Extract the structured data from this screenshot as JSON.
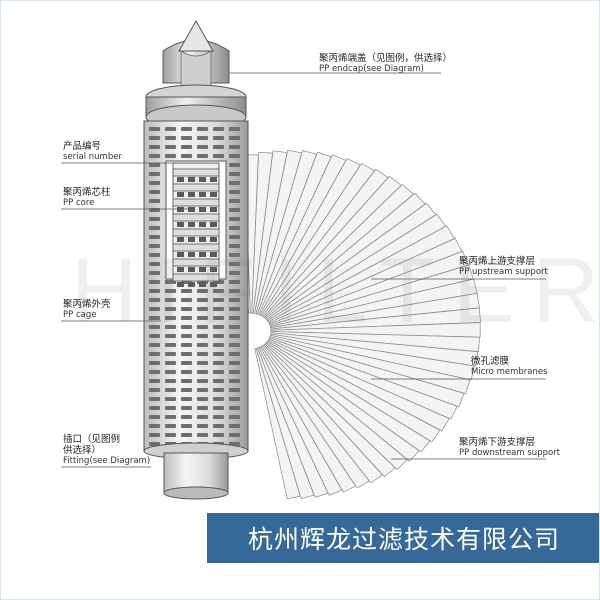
{
  "watermark": "HIFILTER",
  "labels": {
    "endcap_cn": "聚丙烯端盖（见图例，供选择）",
    "endcap_en": "PP endcap(see Diagram)",
    "serial_cn": "产品编号",
    "serial_en": "serial number",
    "core_cn": "聚丙烯芯柱",
    "core_en": "PP core",
    "upstream_cn": "聚丙烯上游支撑层",
    "upstream_en": "PP upstream support",
    "cage_cn": "聚丙烯外壳",
    "cage_en": "PP cage",
    "membrane_cn": "微孔滤膜",
    "membrane_en": "Micro membranes",
    "fitting_cn1": "插口（见图例",
    "fitting_cn2": "供选择）",
    "fitting_en": "Fitting(see Diagram)",
    "downstream_cn": "聚丙烯下游支撑层",
    "downstream_en": "PP downstream support"
  },
  "banner": {
    "text": "杭州辉龙过滤技术有限公司",
    "background": "#255c8e",
    "color": "#ffffff"
  },
  "colors": {
    "cage_fill": "#e8e8e8",
    "cage_stroke": "#555555",
    "slot": "#6e6e6e",
    "pleat": "#f4f4f4",
    "pleat_stroke": "#8a8a8a"
  }
}
